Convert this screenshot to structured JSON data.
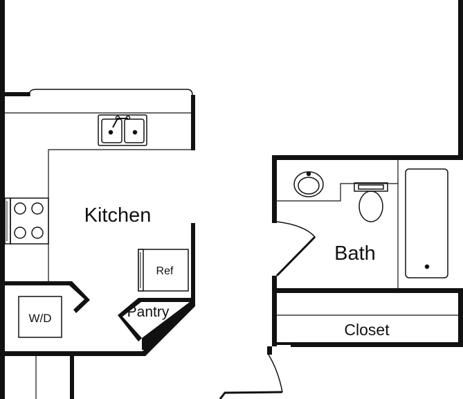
{
  "floorplan": {
    "rooms": {
      "kitchen": "Kitchen",
      "bath": "Bath",
      "closet": "Closet",
      "pantry": "Pantry"
    },
    "fixtures": {
      "refrigerator": "Ref",
      "washer_dryer": "W/D"
    },
    "colors": {
      "wall": "#111111",
      "background": "#ffffff"
    }
  }
}
